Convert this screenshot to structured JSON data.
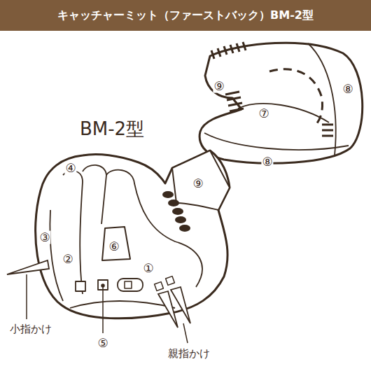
{
  "diagram": {
    "title": "キャッチャーミット（ファーストバック）BM-2型",
    "labels": [
      "⑨",
      "⑧",
      "⑦",
      "⑧",
      "BM-2型",
      "④",
      "⑨",
      "③",
      "⑥",
      "②",
      "①",
      "⑤",
      "小指かけ",
      "親指かけ"
    ]
  }
}
